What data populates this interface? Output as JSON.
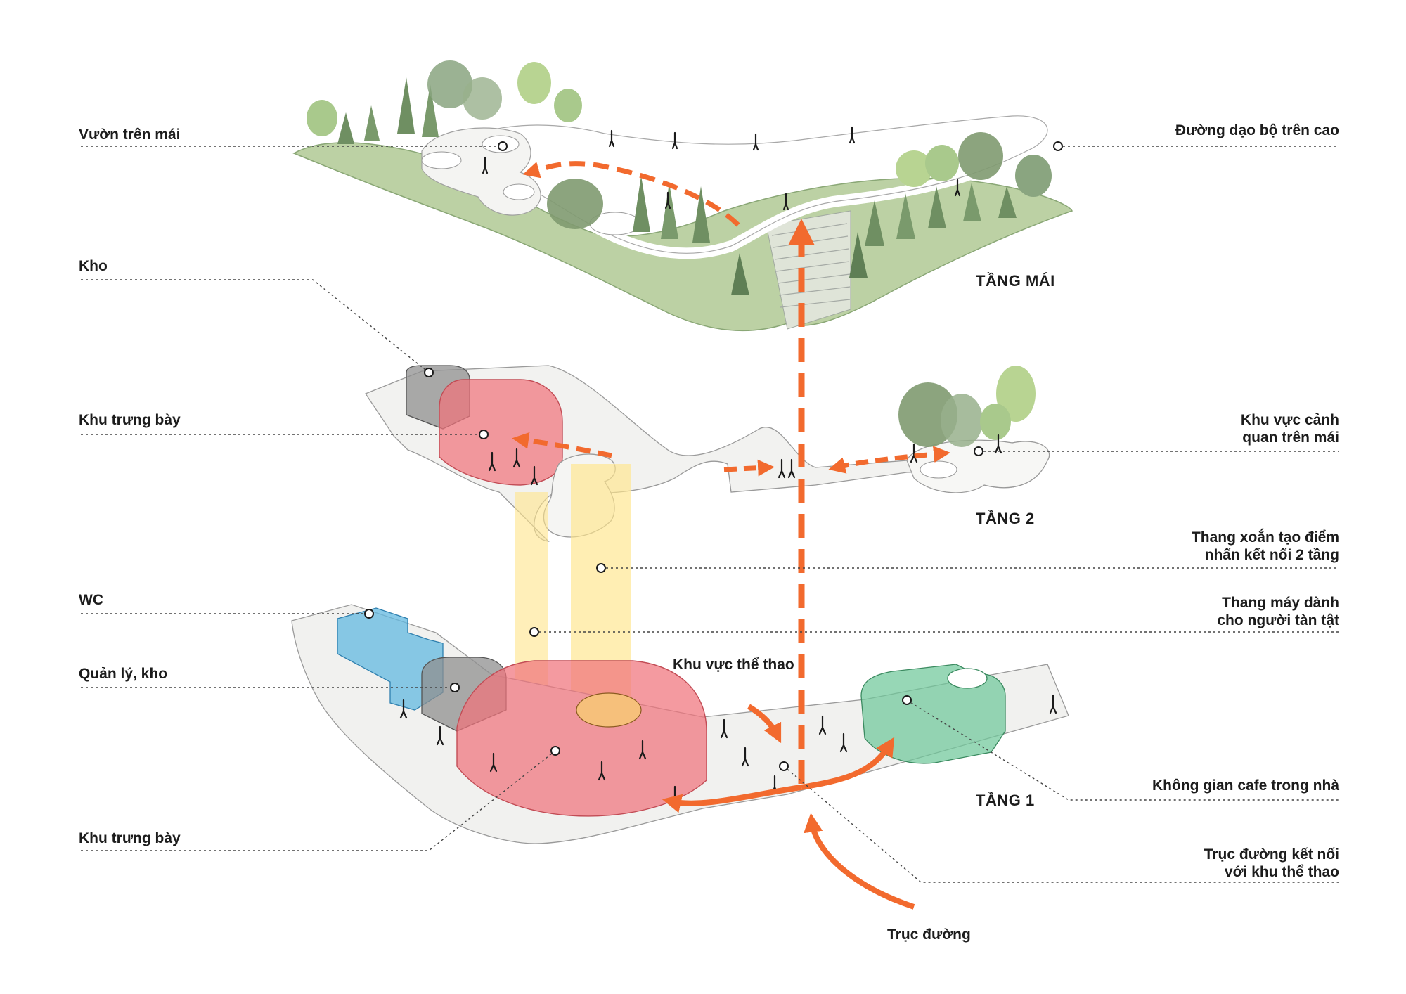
{
  "labels_left": {
    "vuon_tren_mai": "Vườn trên mái",
    "kho": "Kho",
    "khu_trung_bay_upper": "Khu trưng bày",
    "wc": "WC",
    "quan_ly_kho": "Quản lý, kho",
    "khu_trung_bay_lower": "Khu trưng bày"
  },
  "labels_right": {
    "duong_dao_bo": "Đường dạo bộ trên cao",
    "khu_vuc_canh_quan_line1": "Khu vực cảnh",
    "khu_vuc_canh_quan_line2": "quan trên mái",
    "thang_xoan_line1": "Thang xoắn tạo điểm",
    "thang_xoan_line2": "nhấn kết nối 2 tầng",
    "thang_may_line1": "Thang máy dành",
    "thang_may_line2": "cho người tàn tật",
    "khong_gian_cafe": "Không gian cafe trong nhà",
    "truc_duong_ket_noi_line1": "Trục đường kết nối",
    "truc_duong_ket_noi_line2": "với khu thể thao"
  },
  "labels_center": {
    "khu_vuc_the_thao": "Khu vực thể thao",
    "truc_duong": "Trục đường"
  },
  "floors": {
    "tang_mai": "TẦNG MÁI",
    "tang_2": "TẦNG 2",
    "tang_1": "TẦNG 1"
  },
  "colors": {
    "arrow": "#f26a2e",
    "exhibition": "#f0737b",
    "storage": "#8f8f8f",
    "wc": "#62b8e0",
    "cafe": "#6fc79a",
    "elevator": "#ffe58a",
    "roof_green": "#b9cfa0",
    "tree_dark": "#6f8f62",
    "tree_light": "#a9c98c"
  }
}
